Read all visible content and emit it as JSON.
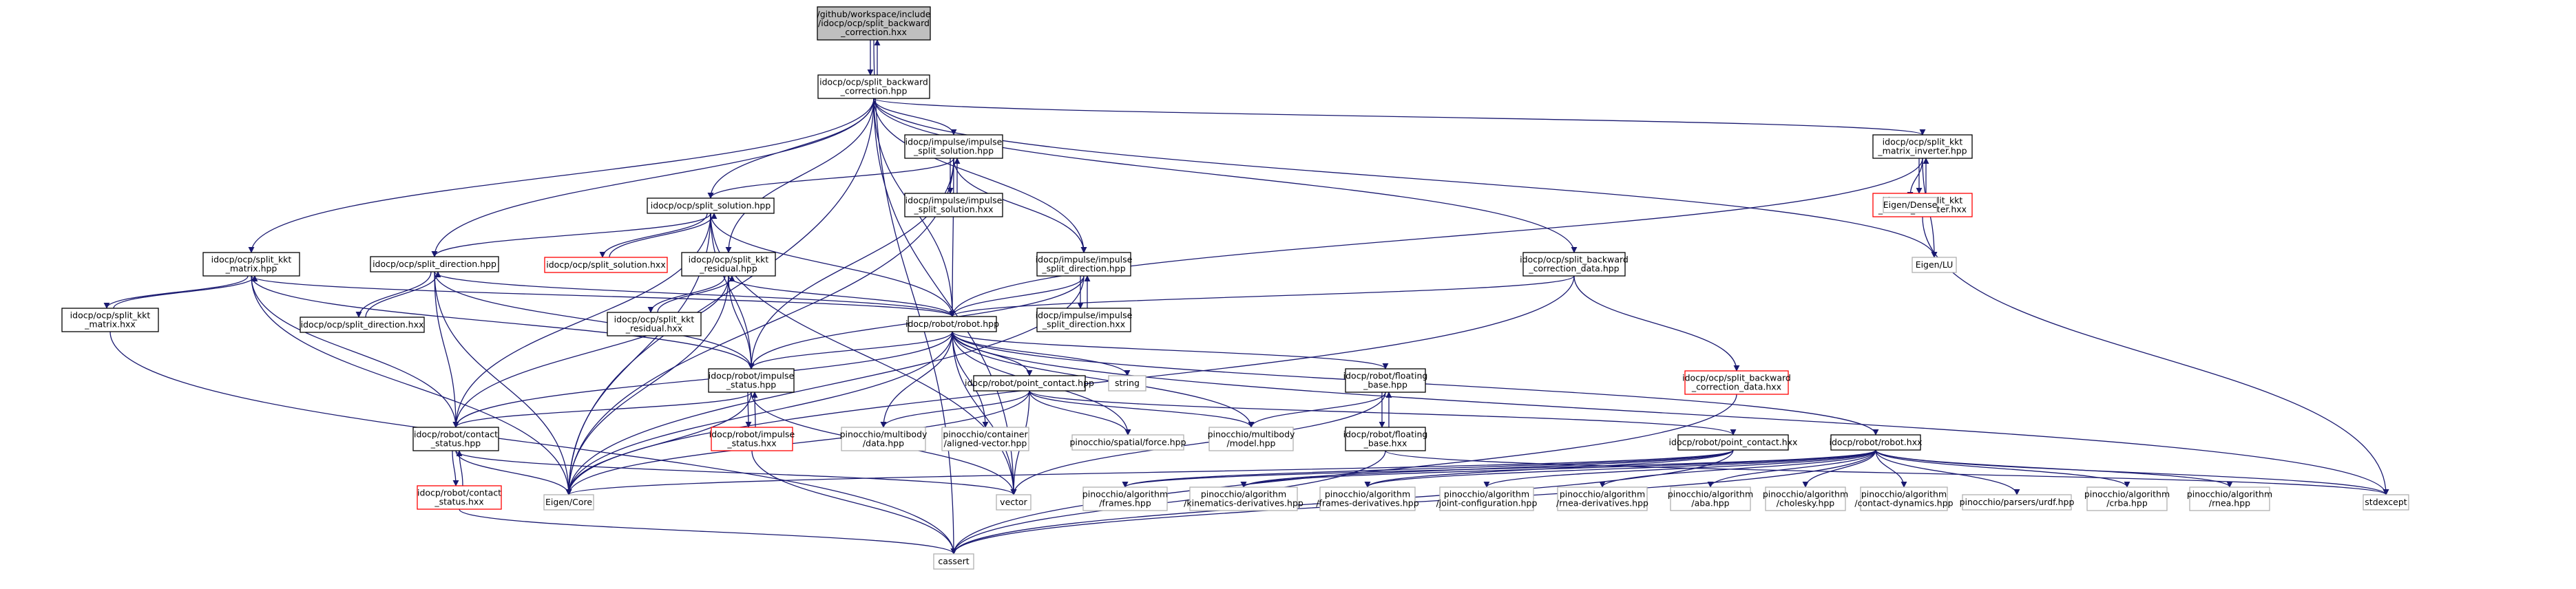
{
  "graph": {
    "nodes": [
      {
        "id": "root",
        "lines": [
          "/github/workspace/include",
          "/idocp/ocp/split_backward",
          "_correction.hxx"
        ],
        "style": "root"
      },
      {
        "id": "sbc",
        "lines": [
          "idocp/ocp/split_backward",
          "_correction.hpp"
        ],
        "style": "normal"
      },
      {
        "id": "kktm",
        "lines": [
          "idocp/ocp/split_kkt",
          "_matrix.hpp"
        ],
        "style": "normal"
      },
      {
        "id": "kktmx",
        "lines": [
          "idocp/ocp/split_kkt",
          "_matrix.hxx"
        ],
        "style": "normal"
      },
      {
        "id": "sdir",
        "lines": [
          "idocp/ocp/split_direction.hpp"
        ],
        "style": "normal"
      },
      {
        "id": "sdirx",
        "lines": [
          "idocp/ocp/split_direction.hxx"
        ],
        "style": "normal"
      },
      {
        "id": "ssol",
        "lines": [
          "idocp/ocp/split_solution.hpp"
        ],
        "style": "normal"
      },
      {
        "id": "ssolx",
        "lines": [
          "idocp/ocp/split_solution.hxx"
        ],
        "style": "trunc"
      },
      {
        "id": "kktr",
        "lines": [
          "idocp/ocp/split_kkt",
          "_residual.hpp"
        ],
        "style": "normal"
      },
      {
        "id": "kktrx",
        "lines": [
          "idocp/ocp/split_kkt",
          "_residual.hxx"
        ],
        "style": "normal"
      },
      {
        "id": "isol",
        "lines": [
          "idocp/impulse/impulse",
          "_split_solution.hpp"
        ],
        "style": "normal"
      },
      {
        "id": "isolx",
        "lines": [
          "idocp/impulse/impulse",
          "_split_solution.hxx"
        ],
        "style": "normal"
      },
      {
        "id": "idir",
        "lines": [
          "idocp/impulse/impulse",
          "_split_direction.hpp"
        ],
        "style": "normal"
      },
      {
        "id": "idirx",
        "lines": [
          "idocp/impulse/impulse",
          "_split_direction.hxx"
        ],
        "style": "normal"
      },
      {
        "id": "sbcd",
        "lines": [
          "idocp/ocp/split_backward",
          "_correction_data.hpp"
        ],
        "style": "normal"
      },
      {
        "id": "sbcdx",
        "lines": [
          "idocp/ocp/split_backward",
          "_correction_data.hxx"
        ],
        "style": "trunc"
      },
      {
        "id": "kinv",
        "lines": [
          "idocp/ocp/split_kkt",
          "_matrix_inverter.hpp"
        ],
        "style": "normal"
      },
      {
        "id": "kinvx",
        "lines": [
          "idocp/ocp/split_kkt",
          "_matrix_inverter.hxx"
        ],
        "style": "trunc"
      },
      {
        "id": "edense",
        "lines": [
          "Eigen/Dense"
        ],
        "style": "ext"
      },
      {
        "id": "elu",
        "lines": [
          "Eigen/LU"
        ],
        "style": "ext"
      },
      {
        "id": "robot",
        "lines": [
          "idocp/robot/robot.hpp"
        ],
        "style": "normal"
      },
      {
        "id": "istat",
        "lines": [
          "idocp/robot/impulse",
          "_status.hpp"
        ],
        "style": "normal"
      },
      {
        "id": "istatx",
        "lines": [
          "idocp/robot/impulse",
          "_status.hxx"
        ],
        "style": "trunc"
      },
      {
        "id": "cstat",
        "lines": [
          "idocp/robot/contact",
          "_status.hpp"
        ],
        "style": "normal"
      },
      {
        "id": "cstatx",
        "lines": [
          "idocp/robot/contact",
          "_status.hxx"
        ],
        "style": "trunc"
      },
      {
        "id": "pch",
        "lines": [
          "idocp/robot/point_contact.hpp"
        ],
        "style": "normal"
      },
      {
        "id": "pcx",
        "lines": [
          "idocp/robot/point_contact.hxx"
        ],
        "style": "normal"
      },
      {
        "id": "fb",
        "lines": [
          "idocp/robot/floating",
          "_base.hpp"
        ],
        "style": "normal"
      },
      {
        "id": "fbx",
        "lines": [
          "idocp/robot/floating",
          "_base.hxx"
        ],
        "style": "normal"
      },
      {
        "id": "rx",
        "lines": [
          "idocp/robot/robot.hxx"
        ],
        "style": "normal"
      },
      {
        "id": "string",
        "lines": [
          "string"
        ],
        "style": "ext"
      },
      {
        "id": "pdata",
        "lines": [
          "pinocchio/multibody",
          "/data.hpp"
        ],
        "style": "ext"
      },
      {
        "id": "pvec",
        "lines": [
          "pinocchio/container",
          "/aligned-vector.hpp"
        ],
        "style": "ext"
      },
      {
        "id": "pforce",
        "lines": [
          "pinocchio/spatial/force.hpp"
        ],
        "style": "ext"
      },
      {
        "id": "pmodel",
        "lines": [
          "pinocchio/multibody",
          "/model.hpp"
        ],
        "style": "ext"
      },
      {
        "id": "ecore",
        "lines": [
          "Eigen/Core"
        ],
        "style": "ext"
      },
      {
        "id": "vector",
        "lines": [
          "vector"
        ],
        "style": "ext"
      },
      {
        "id": "cassert",
        "lines": [
          "cassert"
        ],
        "style": "ext"
      },
      {
        "id": "stdexcept",
        "lines": [
          "stdexcept"
        ],
        "style": "ext"
      },
      {
        "id": "pframes",
        "lines": [
          "pinocchio/algorithm",
          "/frames.hpp"
        ],
        "style": "ext"
      },
      {
        "id": "pkinder",
        "lines": [
          "pinocchio/algorithm",
          "/kinematics-derivatives.hpp"
        ],
        "style": "ext"
      },
      {
        "id": "pfrder",
        "lines": [
          "pinocchio/algorithm",
          "/frames-derivatives.hpp"
        ],
        "style": "ext"
      },
      {
        "id": "pjconf",
        "lines": [
          "pinocchio/algorithm",
          "/joint-configuration.hpp"
        ],
        "style": "ext"
      },
      {
        "id": "prneader",
        "lines": [
          "pinocchio/algorithm",
          "/rnea-derivatives.hpp"
        ],
        "style": "ext"
      },
      {
        "id": "paba",
        "lines": [
          "pinocchio/algorithm",
          "/aba.hpp"
        ],
        "style": "ext"
      },
      {
        "id": "pchol",
        "lines": [
          "pinocchio/algorithm",
          "/cholesky.hpp"
        ],
        "style": "ext"
      },
      {
        "id": "pcdyn",
        "lines": [
          "pinocchio/algorithm",
          "/contact-dynamics.hpp"
        ],
        "style": "ext"
      },
      {
        "id": "purdf",
        "lines": [
          "pinocchio/parsers/urdf.hpp"
        ],
        "style": "ext"
      },
      {
        "id": "pcrba",
        "lines": [
          "pinocchio/algorithm",
          "/crba.hpp"
        ],
        "style": "ext"
      },
      {
        "id": "prnea",
        "lines": [
          "pinocchio/algorithm",
          "/rnea.hpp"
        ],
        "style": "ext"
      }
    ],
    "edges": [
      [
        "root",
        "sbc"
      ],
      [
        "sbc",
        "root"
      ],
      [
        "root",
        "cassert"
      ],
      [
        "sbc",
        "kktm"
      ],
      [
        "sbc",
        "sdir"
      ],
      [
        "sbc",
        "ssol"
      ],
      [
        "sbc",
        "kktr"
      ],
      [
        "sbc",
        "isol"
      ],
      [
        "sbc",
        "idir"
      ],
      [
        "sbc",
        "robot"
      ],
      [
        "sbc",
        "sbcd"
      ],
      [
        "sbc",
        "kinv"
      ],
      [
        "sbc",
        "ecore"
      ],
      [
        "sbc",
        "vector"
      ],
      [
        "sbc",
        "elu"
      ],
      [
        "kktm",
        "kktmx"
      ],
      [
        "kktmx",
        "kktm"
      ],
      [
        "kktm",
        "robot"
      ],
      [
        "kktm",
        "cstat"
      ],
      [
        "kktm",
        "istat"
      ],
      [
        "kktm",
        "ecore"
      ],
      [
        "kktmx",
        "cassert"
      ],
      [
        "sdir",
        "sdirx"
      ],
      [
        "sdirx",
        "sdir"
      ],
      [
        "sdir",
        "robot"
      ],
      [
        "sdir",
        "cstat"
      ],
      [
        "sdir",
        "istat"
      ],
      [
        "sdir",
        "ecore"
      ],
      [
        "ssol",
        "ssolx"
      ],
      [
        "ssolx",
        "ssol"
      ],
      [
        "ssol",
        "sdir"
      ],
      [
        "ssol",
        "robot"
      ],
      [
        "ssol",
        "cstat"
      ],
      [
        "ssol",
        "istat"
      ],
      [
        "ssol",
        "ecore"
      ],
      [
        "ssol",
        "vector"
      ],
      [
        "kktr",
        "kktrx"
      ],
      [
        "kktrx",
        "kktr"
      ],
      [
        "kktr",
        "robot"
      ],
      [
        "kktr",
        "cstat"
      ],
      [
        "kktr",
        "istat"
      ],
      [
        "kktr",
        "ecore"
      ],
      [
        "isol",
        "isolx"
      ],
      [
        "isolx",
        "isol"
      ],
      [
        "isol",
        "ssol"
      ],
      [
        "isol",
        "idir"
      ],
      [
        "isol",
        "robot"
      ],
      [
        "isol",
        "istat"
      ],
      [
        "isol",
        "ecore"
      ],
      [
        "idir",
        "idirx"
      ],
      [
        "idirx",
        "idir"
      ],
      [
        "idir",
        "robot"
      ],
      [
        "idir",
        "istat"
      ],
      [
        "idir",
        "ecore"
      ],
      [
        "sbcd",
        "sbcdx"
      ],
      [
        "sbcd",
        "robot"
      ],
      [
        "sbcd",
        "ecore"
      ],
      [
        "sbcdx",
        "cassert"
      ],
      [
        "kinv",
        "kinvx"
      ],
      [
        "kinvx",
        "kinv"
      ],
      [
        "kinv",
        "robot"
      ],
      [
        "kinv",
        "edense"
      ],
      [
        "kinv",
        "elu"
      ],
      [
        "kinvx",
        "stdexcept"
      ],
      [
        "robot",
        "pch"
      ],
      [
        "robot",
        "fb"
      ],
      [
        "robot",
        "rx"
      ],
      [
        "robot",
        "string"
      ],
      [
        "robot",
        "pdata"
      ],
      [
        "robot",
        "pvec"
      ],
      [
        "robot",
        "pforce"
      ],
      [
        "robot",
        "pmodel"
      ],
      [
        "robot",
        "cstat"
      ],
      [
        "robot",
        "istat"
      ],
      [
        "robot",
        "ecore"
      ],
      [
        "robot",
        "vector"
      ],
      [
        "robot",
        "stdexcept"
      ],
      [
        "istat",
        "istatx"
      ],
      [
        "istatx",
        "istat"
      ],
      [
        "istat",
        "cstat"
      ],
      [
        "istat",
        "ecore"
      ],
      [
        "istat",
        "vector"
      ],
      [
        "istatx",
        "cassert"
      ],
      [
        "cstat",
        "cstatx"
      ],
      [
        "cstatx",
        "cstat"
      ],
      [
        "cstat",
        "ecore"
      ],
      [
        "cstat",
        "vector"
      ],
      [
        "cstatx",
        "cassert"
      ],
      [
        "pch",
        "pcx"
      ],
      [
        "pch",
        "pdata"
      ],
      [
        "pch",
        "pforce"
      ],
      [
        "pch",
        "pmodel"
      ],
      [
        "pch",
        "ecore"
      ],
      [
        "pch",
        "vector"
      ],
      [
        "pcx",
        "pframes"
      ],
      [
        "pcx",
        "pkinder"
      ],
      [
        "pcx",
        "pfrder"
      ],
      [
        "pcx",
        "ecore"
      ],
      [
        "pcx",
        "cassert"
      ],
      [
        "fb",
        "fbx"
      ],
      [
        "fbx",
        "fb"
      ],
      [
        "fb",
        "pmodel"
      ],
      [
        "fb",
        "vector"
      ],
      [
        "fbx",
        "cassert"
      ],
      [
        "fbx",
        "stdexcept"
      ],
      [
        "rx",
        "pframes"
      ],
      [
        "rx",
        "pkinder"
      ],
      [
        "rx",
        "pfrder"
      ],
      [
        "rx",
        "pjconf"
      ],
      [
        "rx",
        "prneader"
      ],
      [
        "rx",
        "paba"
      ],
      [
        "rx",
        "pchol"
      ],
      [
        "rx",
        "pcdyn"
      ],
      [
        "rx",
        "purdf"
      ],
      [
        "rx",
        "pcrba"
      ],
      [
        "rx",
        "prnea"
      ],
      [
        "rx",
        "cassert"
      ],
      [
        "rx",
        "stdexcept"
      ]
    ]
  }
}
